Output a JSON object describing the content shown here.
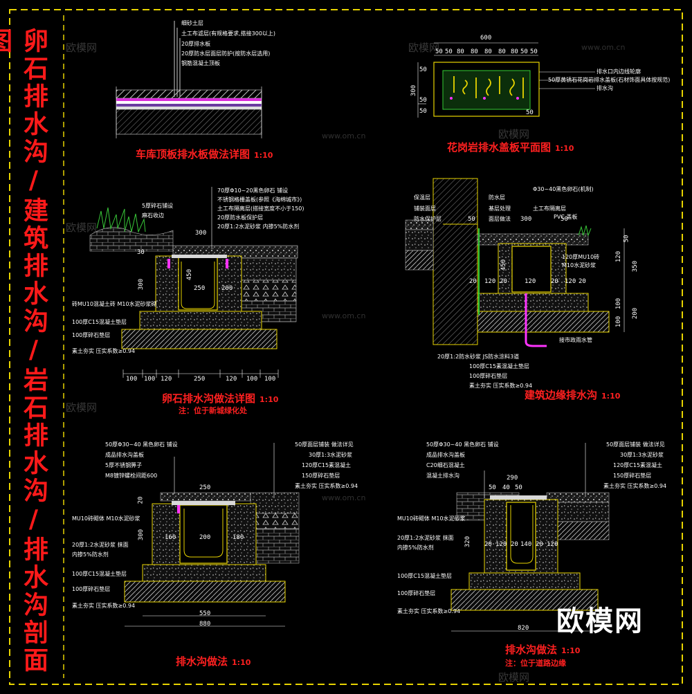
{
  "side_title": "卵石排水沟/建筑排水沟/岩石排水沟/排水沟剖面图",
  "brand": "欧模网",
  "watermark": {
    "text": "欧模网",
    "url": "www.om.cn"
  },
  "drawings": {
    "garage_roof": {
      "title": "车库顶板排水板做法详图",
      "scale": "1:10",
      "labels": [
        "细砂土层",
        "土工布滤层(有规格要求,搭接300以上)",
        "20厚排水板",
        "20厚防水层面层防护(按防水层选用)",
        "钢筋混凝土顶板"
      ]
    },
    "granite_cover": {
      "title": "花岗岩排水盖板平面图",
      "scale": "1:10",
      "dims_top": [
        "600",
        "50",
        "50",
        "80",
        "80",
        "80",
        "80",
        "80",
        "50",
        "50"
      ],
      "dims_side": [
        "300",
        "50",
        "50",
        "50"
      ],
      "dim_bottom": "50",
      "labels": [
        "排水口内边线轮廓",
        "50厚黄锈石花岗岩排水盖板(石材饰面具体按规范)",
        "排水沟"
      ]
    },
    "pebble_ditch": {
      "title": "卵石排水沟做法详图",
      "scale": "1:10",
      "note": "注：位于新城绿化处",
      "labels_right": [
        "70厚Φ10~20黑色卵石 铺设",
        "不锈钢格栅盖板(参照《海绵城市》)",
        "土工布隔离层(搭接宽度不小于150)",
        "20厚防水板保护层",
        "20厚1:2水泥砂浆 内掺5%防水剂"
      ],
      "labels_left": [
        "5厚碎石铺设",
        "麻石收边",
        "砖MU10混凝土砖 M10水泥砂浆砌",
        "100厚C15混凝土垫层",
        "100厚碎石垫层",
        "素土夯实 压实系数≥0.94"
      ],
      "dims_mid": [
        "300",
        "250",
        "300",
        "450",
        "30",
        "200"
      ],
      "dims_bottom": [
        "100",
        "100",
        "120",
        "250",
        "120",
        "100",
        "100"
      ]
    },
    "building_edge": {
      "title": "建筑边缘排水沟",
      "scale": "1:10",
      "labels_right": [
        "Φ30~40黑色卵石(机制)",
        "120厚MU10砖",
        "M10水泥砂浆",
        "PVC 盖板",
        "土工布隔离层"
      ],
      "labels_left": [
        "防水层",
        "基层处理",
        "面层做法",
        "保温层",
        "铺装面层",
        "防水保护层"
      ],
      "labels_bottom": [
        "20厚1:2防水砂浆 JS防水涂料3道",
        "100厚C15素混凝土垫层",
        "100厚碎石垫层",
        "素土夯实 压实系数≥0.94",
        "接市政雨水管"
      ],
      "dims_top": [
        "50",
        "300",
        "50"
      ],
      "dims_mid": [
        "20",
        "120",
        "20",
        "120",
        "20",
        "120",
        "20",
        "450"
      ],
      "dims_right": [
        "50",
        "120",
        "350",
        "100",
        "100",
        "200"
      ]
    },
    "ditch_a": {
      "title": "排水沟做法",
      "scale": "1:10",
      "labels_left": [
        "50厚Φ30~40 黑色卵石 铺设",
        "成品排水沟盖板",
        "5厚不锈钢箅子",
        "M8镀锌螺栓间距600",
        "MU10砖砌体 M10水泥砂浆",
        "20厚1:2水泥砂浆 抹面",
        "内掺5%防水剂",
        "100厚C15混凝土垫层",
        "100厚碎石垫层",
        "素土夯实 压实系数≥0.94"
      ],
      "labels_right": [
        "50厚面层铺装 做法详见",
        "30厚1:3水泥砂浆",
        "120厚C15素混凝土",
        "150厚碎石垫层",
        "素土夯实 压实系数≥0.94"
      ],
      "dims": [
        "250",
        "20",
        "160",
        "200",
        "180",
        "300",
        "550",
        "880"
      ]
    },
    "ditch_b": {
      "title": "排水沟做法",
      "scale": "1:10",
      "note": "注：位于道路边缘",
      "labels_left": [
        "50厚Φ30~40 黑色卵石 铺设",
        "成品排水沟盖板",
        "C20细石混凝土",
        "混凝土排水沟",
        "MU10砖砌体 M10水泥砂浆",
        "20厚1:2水泥砂浆 抹面",
        "内掺5%防水剂",
        "100厚C15混凝土垫层",
        "100厚碎石垫层",
        "素土夯实 压实系数≥0.94"
      ],
      "labels_right": [
        "50厚面层铺装 做法详见",
        "30厚1:3水泥砂浆",
        "120厚C15素混凝土",
        "150厚碎石垫层",
        "素土夯实 压实系数≥0.94"
      ],
      "dims": [
        "290",
        "50",
        "40",
        "50",
        "20",
        "120",
        "20",
        "140",
        "20",
        "120",
        "320",
        "820"
      ]
    }
  },
  "colors": {
    "background": "#000000",
    "frame": "#e8d400",
    "title": "#ff2020",
    "text": "#ffffff",
    "concrete": "#9aa0a0",
    "accent": "#ff33ff"
  }
}
